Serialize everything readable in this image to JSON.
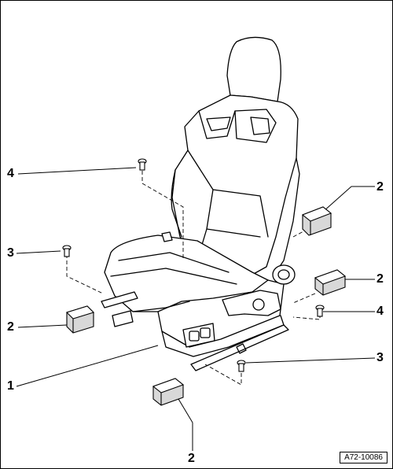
{
  "figure_id": "A72-10086",
  "callouts": {
    "seat_left": "1",
    "guide_top_right": "2",
    "guide_mid_right": "2",
    "guide_left": "2",
    "guide_bottom": "2",
    "bolt_left_upper": "4",
    "bolt_right": "4",
    "bolt_left": "3",
    "bolt_bottom_right": "3"
  },
  "colors": {
    "line": "#000000",
    "part_fill": "#ececec",
    "part_shade": "#9a9a9a"
  }
}
